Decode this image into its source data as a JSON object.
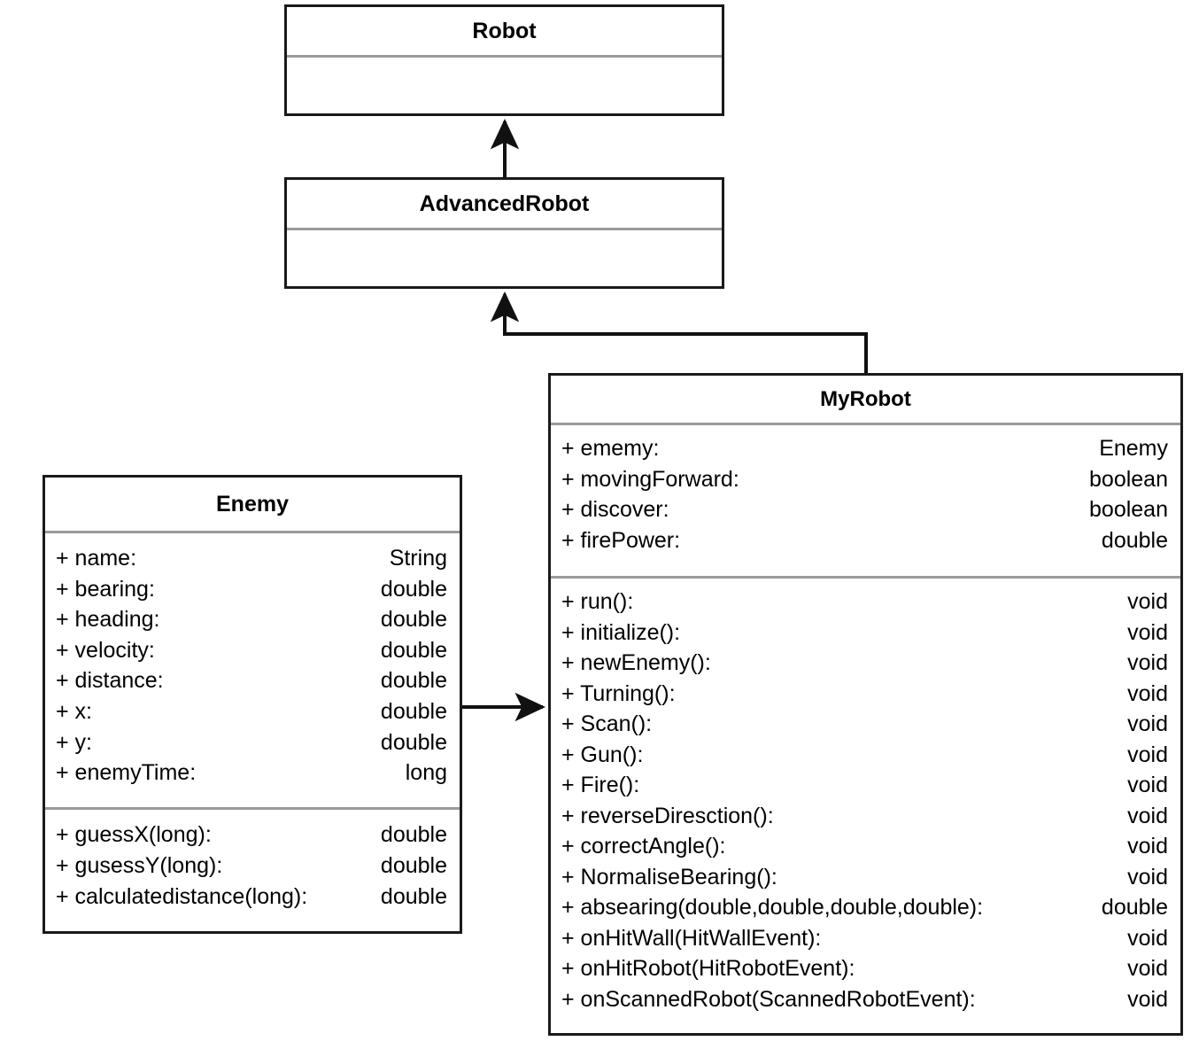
{
  "diagram": {
    "kind": "uml-class-diagram",
    "stroke_color": "#1a1a1a",
    "divider_color": "#9a9a9a",
    "background_color": "#ffffff"
  },
  "classes": {
    "robot": {
      "name": "Robot",
      "attributes": [],
      "methods": []
    },
    "advanced_robot": {
      "name": "AdvancedRobot",
      "attributes": [],
      "methods": []
    },
    "my_robot": {
      "name": "MyRobot",
      "attributes": [
        {
          "signature": "+ ememy:",
          "type": "Enemy"
        },
        {
          "signature": "+ movingForward:",
          "type": "boolean"
        },
        {
          "signature": "+ discover:",
          "type": "boolean"
        },
        {
          "signature": "+ firePower:",
          "type": "double"
        }
      ],
      "methods": [
        {
          "signature": "+ run():",
          "type": "void"
        },
        {
          "signature": "+ initialize():",
          "type": "void"
        },
        {
          "signature": "+ newEnemy():",
          "type": "void"
        },
        {
          "signature": "+ Turning():",
          "type": "void"
        },
        {
          "signature": "+ Scan():",
          "type": "void"
        },
        {
          "signature": "+ Gun():",
          "type": "void"
        },
        {
          "signature": "+ Fire():",
          "type": "void"
        },
        {
          "signature": "+ reverseDiresction():",
          "type": "void"
        },
        {
          "signature": "+ correctAngle():",
          "type": "void"
        },
        {
          "signature": "+ NormaliseBearing():",
          "type": "void"
        },
        {
          "signature": "+ absearing(double,double,double,double):",
          "type": "double"
        },
        {
          "signature": "+ onHitWall(HitWallEvent):",
          "type": "void"
        },
        {
          "signature": "+ onHitRobot(HitRobotEvent):",
          "type": "void"
        },
        {
          "signature": "+ onScannedRobot(ScannedRobotEvent):",
          "type": "void"
        }
      ]
    },
    "enemy": {
      "name": "Enemy",
      "attributes": [
        {
          "signature": "+ name:",
          "type": "String"
        },
        {
          "signature": "+ bearing:",
          "type": "double"
        },
        {
          "signature": "+ heading:",
          "type": "double"
        },
        {
          "signature": "+ velocity:",
          "type": "double"
        },
        {
          "signature": "+ distance:",
          "type": "double"
        },
        {
          "signature": "+ x:",
          "type": "double"
        },
        {
          "signature": "+ y:",
          "type": "double"
        },
        {
          "signature": "+ enemyTime:",
          "type": "long"
        }
      ],
      "methods": [
        {
          "signature": "+ guessX(long):",
          "type": "double"
        },
        {
          "signature": "+ gusessY(long):",
          "type": "double"
        },
        {
          "signature": "+ calculatedistance(long):",
          "type": "double"
        }
      ]
    }
  },
  "relationships": [
    {
      "id": "advancedrobot-to-robot",
      "from": "AdvancedRobot",
      "to": "Robot",
      "kind": "generalization",
      "arrow": "solid-filled"
    },
    {
      "id": "myrobot-to-advancedrobot",
      "from": "MyRobot",
      "to": "AdvancedRobot",
      "kind": "generalization",
      "arrow": "solid-filled"
    },
    {
      "id": "enemy-to-myrobot",
      "from": "Enemy",
      "to": "MyRobot",
      "kind": "association",
      "arrow": "solid-filled"
    }
  ]
}
